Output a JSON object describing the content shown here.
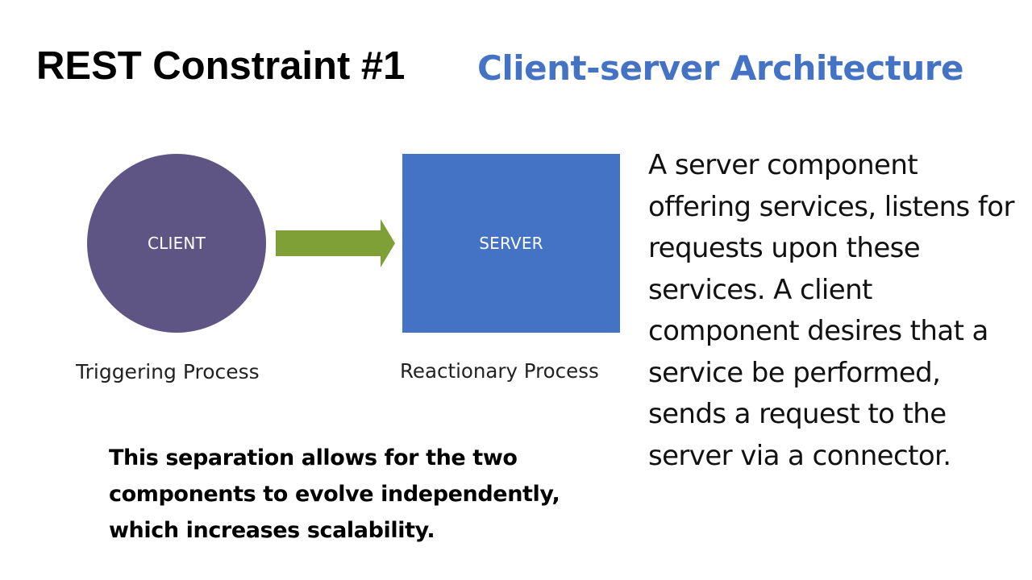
{
  "slide": {
    "title": "REST Constraint #1",
    "subtitle": "Client-server Architecture"
  },
  "diagram": {
    "client": {
      "label": "CLIENT",
      "caption": "Triggering Process",
      "color": "#5e5584"
    },
    "arrow": {
      "color": "#7f9f37",
      "direction": "client-to-server"
    },
    "server": {
      "label": "SERVER",
      "caption": "Reactionary Process",
      "color": "#4472c4"
    }
  },
  "description": "A server component offering services, listens for requests upon these services. A client component desires that a service be performed, sends a request to the server via a connector.",
  "note": "This separation allows for the two components to evolve independently, which increases scalability.",
  "colors": {
    "accent": "#4472c4",
    "title": "#000000"
  }
}
